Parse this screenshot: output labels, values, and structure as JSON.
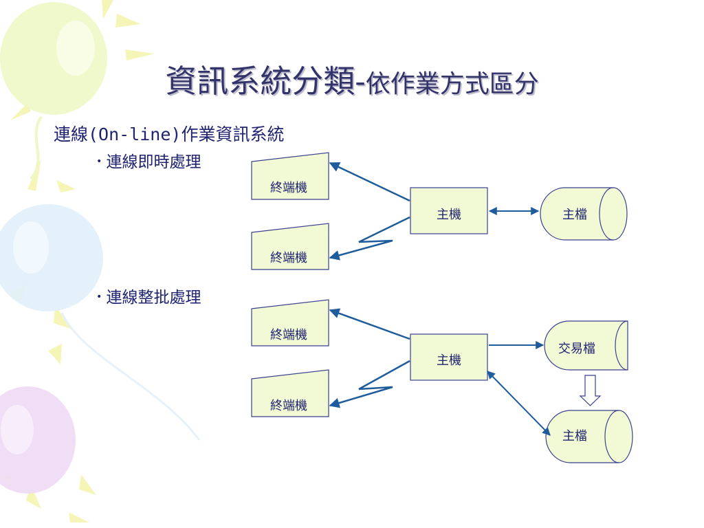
{
  "title": {
    "main": "資訊系統分類",
    "separator": "-",
    "sub": "依作業方式區分"
  },
  "heading": "連線(On-line)作業資訊系統",
  "bullets": [
    "連線即時處理",
    "連線整批處理"
  ],
  "diagram": {
    "terminal": "終端機",
    "host": "主機",
    "master_file": "主檔",
    "transaction_file": "交易檔"
  },
  "colors": {
    "title": "#33336b",
    "text": "#1f2370",
    "shape_fill": "#f2f9d5",
    "shape_stroke": "#3a3f90",
    "arrow": "#1f5c9c"
  }
}
